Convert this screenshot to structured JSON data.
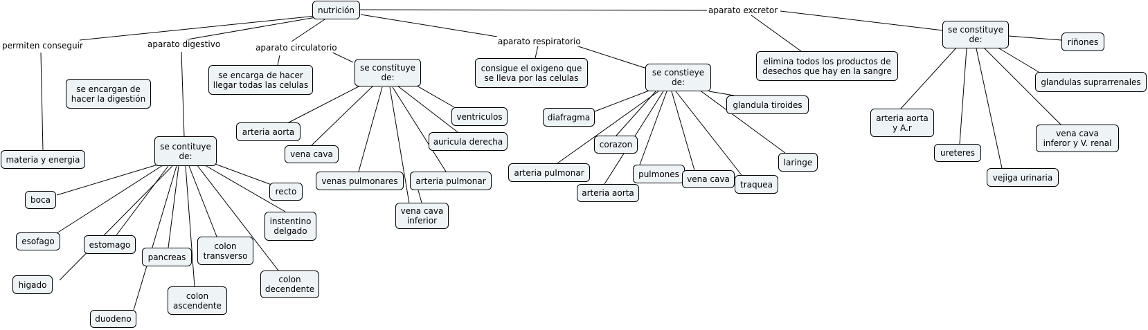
{
  "concept_map": {
    "nodes": {
      "nutricion": "nutrición",
      "aparato_excretor": "aparato excretor",
      "permiten_conseguir": "permiten conseguir",
      "aparato_digestivo": "aparato digestivo",
      "aparato_circulatorio": "aparato circulatorio",
      "aparato_respiratorio": "aparato respiratorio",
      "materia_energia": "materia y energia",
      "digestion": "se encargan de\nhacer la digestión",
      "dig_const": "se contituye\nde:",
      "boca": "boca",
      "esofago": "esofago",
      "estomago": "estomago",
      "higado": "higado",
      "duodeno": "duodeno",
      "pancreas": "pancreas",
      "colon_ascendente": "colon\nascendente",
      "colon_transverso": "colon\ntransverso",
      "colon_decendente": "colon\ndecendente",
      "intestino_delgado": "instentino\ndelgado",
      "recto": "recto",
      "circ_encarga": "se encarga de hacer\nllegar todas las celulas",
      "circ_const": "se constituye\nde:",
      "arteria_aorta_c": "arteria aorta",
      "vena_cava_c": "vena cava",
      "venas_pulmonares": "venas pulmonares",
      "arteria_pulmonar_c": "arteria pulmonar",
      "vena_cava_inferior": "vena cava\ninferior",
      "auricula_derecha": "auricula derecha",
      "ventriculos": "ventriculos",
      "resp_consigue": "consigue el oxigeno que\nse lleva por las celulas",
      "resp_const": "se constieye\nde:",
      "diafragma": "diafragma",
      "corazon": "corazon",
      "arteria_pulmonar_r": "arteria pulmonar",
      "arteria_aorta_r": "arteria aorta",
      "pulmones": "pulmones",
      "vena_cava_r": "vena cava",
      "traquea": "traquea",
      "laringe": "laringe",
      "glandula_tiroides": "glandula tiroides",
      "exc_elimina": "elimina todos los productos de\ndesechos que hay en la sangre",
      "exc_const": "se constituye\nde:",
      "rinones": "riñones",
      "glandulas_suprarrenales": "glandulas suprarrenales",
      "vena_cava_renal": "vena cava\ninferor y V. renal",
      "vejiga_urinaria": "vejiga urinaria",
      "ureteres": "ureteres",
      "arteria_aorta_ar": "arteria aorta\ny A.r"
    }
  }
}
